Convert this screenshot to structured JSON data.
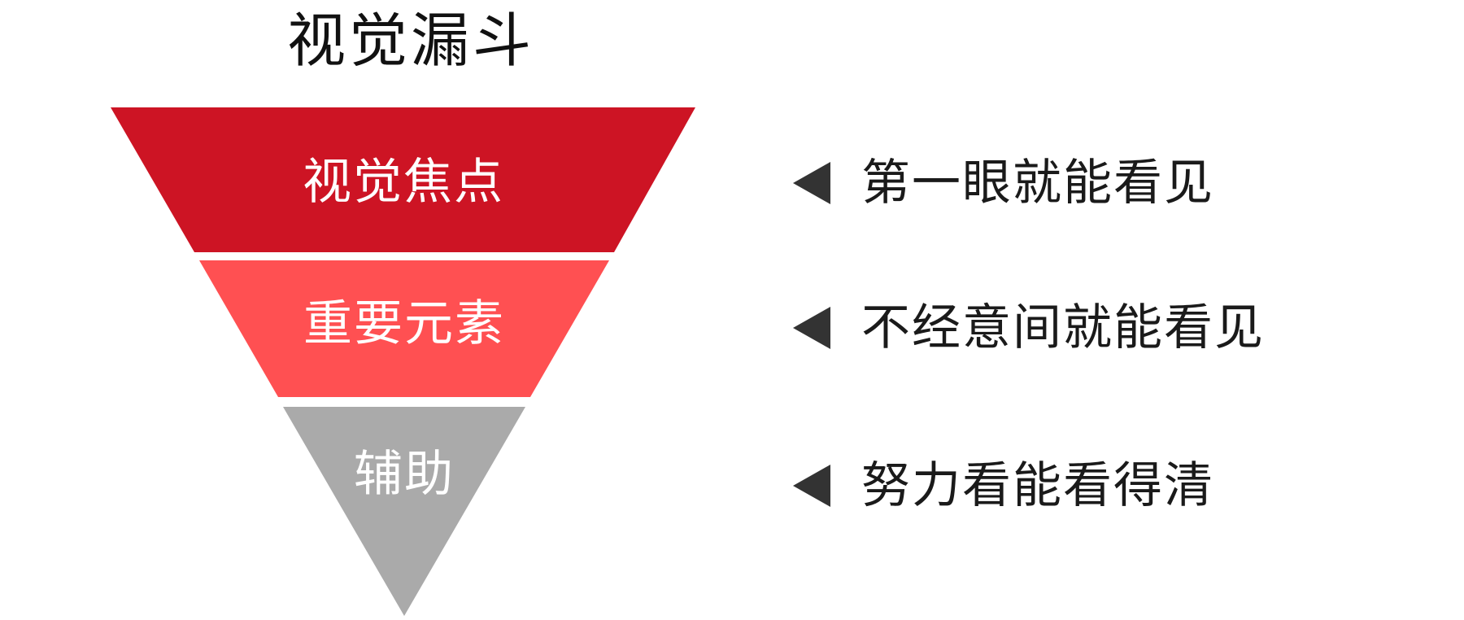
{
  "title": "视觉漏斗",
  "colors": {
    "focus": "#cd1424",
    "important": "#ff5052",
    "auxiliary": "#aaaaaa",
    "arrow": "#333333"
  },
  "layers": [
    {
      "label": "视觉焦点",
      "description": "第一眼就能看见"
    },
    {
      "label": "重要元素",
      "description": "不经意间就能看见"
    },
    {
      "label": "辅助",
      "description": "努力看能看得清"
    }
  ]
}
